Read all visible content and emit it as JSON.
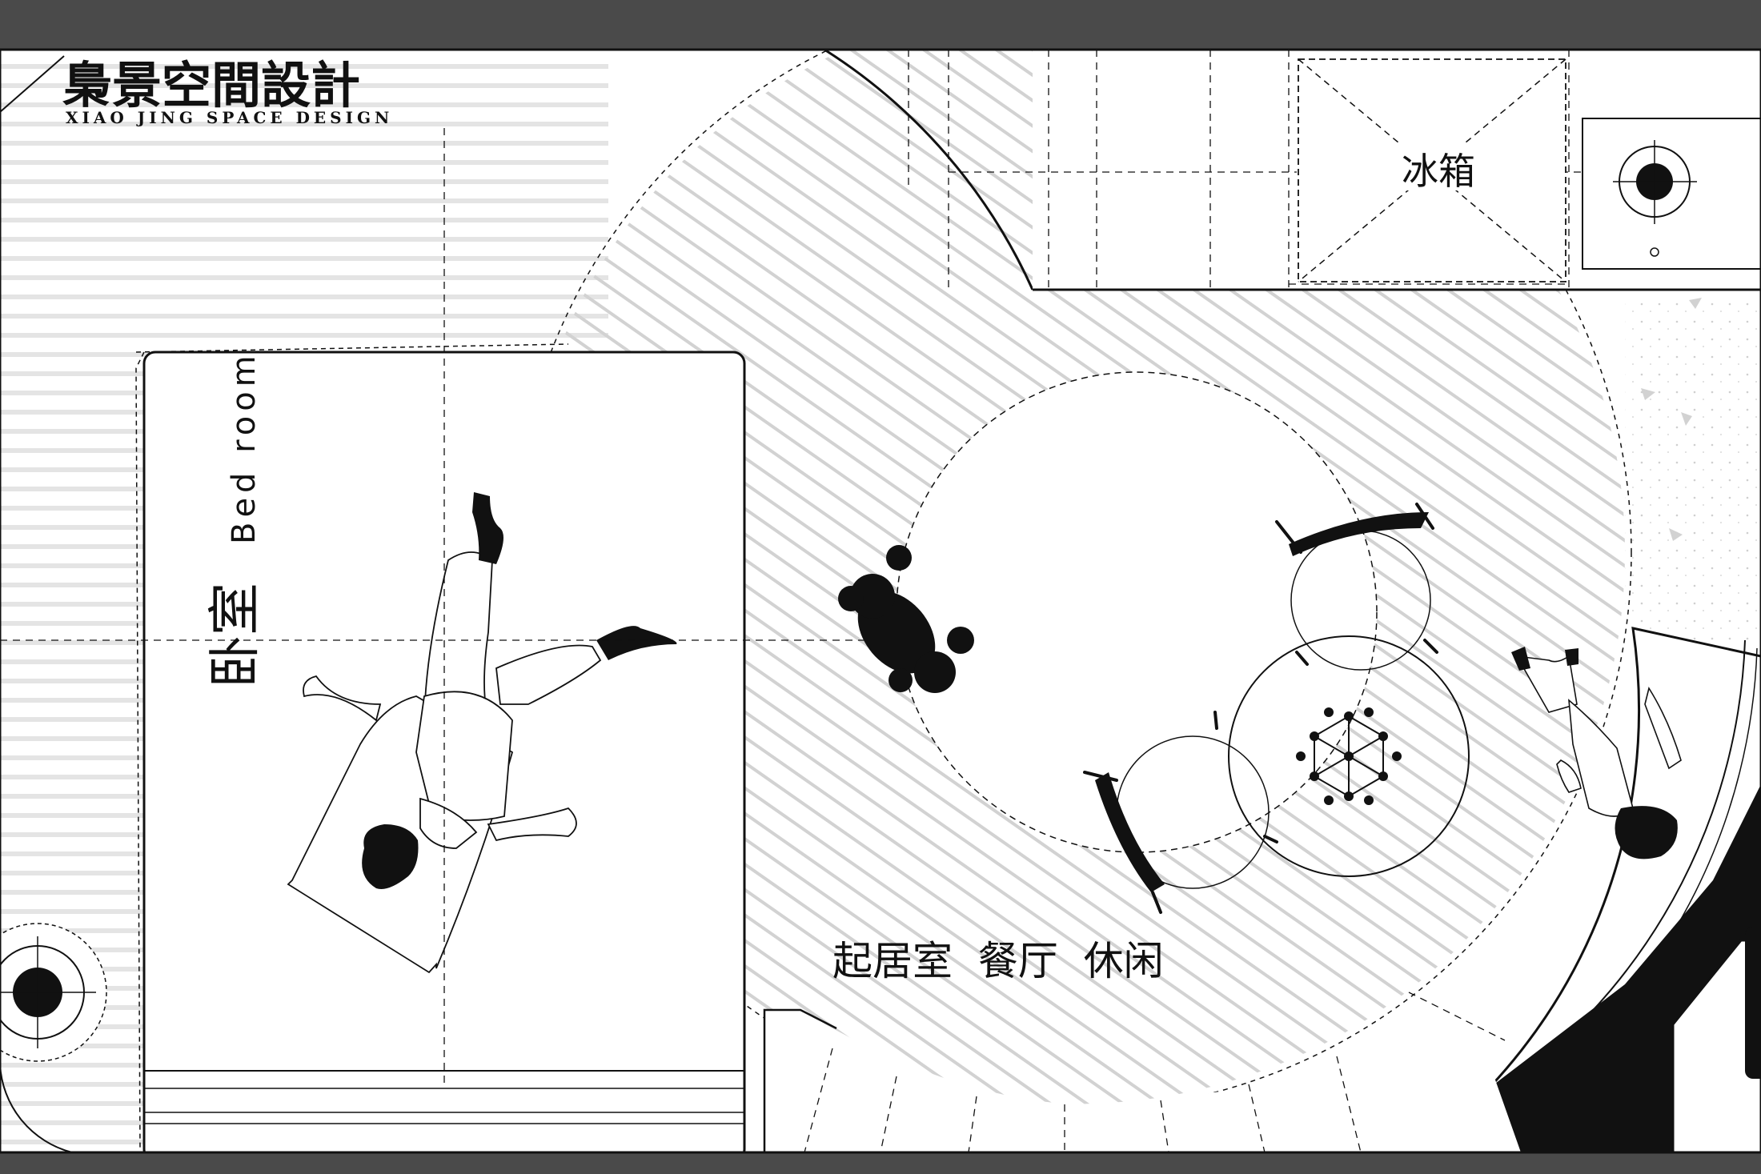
{
  "logo": {
    "cn": "梟景空間設計",
    "en": "XIAO JING SPACE DESIGN"
  },
  "rooms": {
    "bedroom_cn": "卧室",
    "bedroom_en": "Bed room",
    "fridge": "冰箱",
    "living": "起居室  餐厅  休闲"
  },
  "colors": {
    "frame": "#4a4a4a",
    "paper": "#ffffff",
    "line": "#111111",
    "hatch": "#d6d6d6",
    "stripe": "#e3e3e3"
  }
}
